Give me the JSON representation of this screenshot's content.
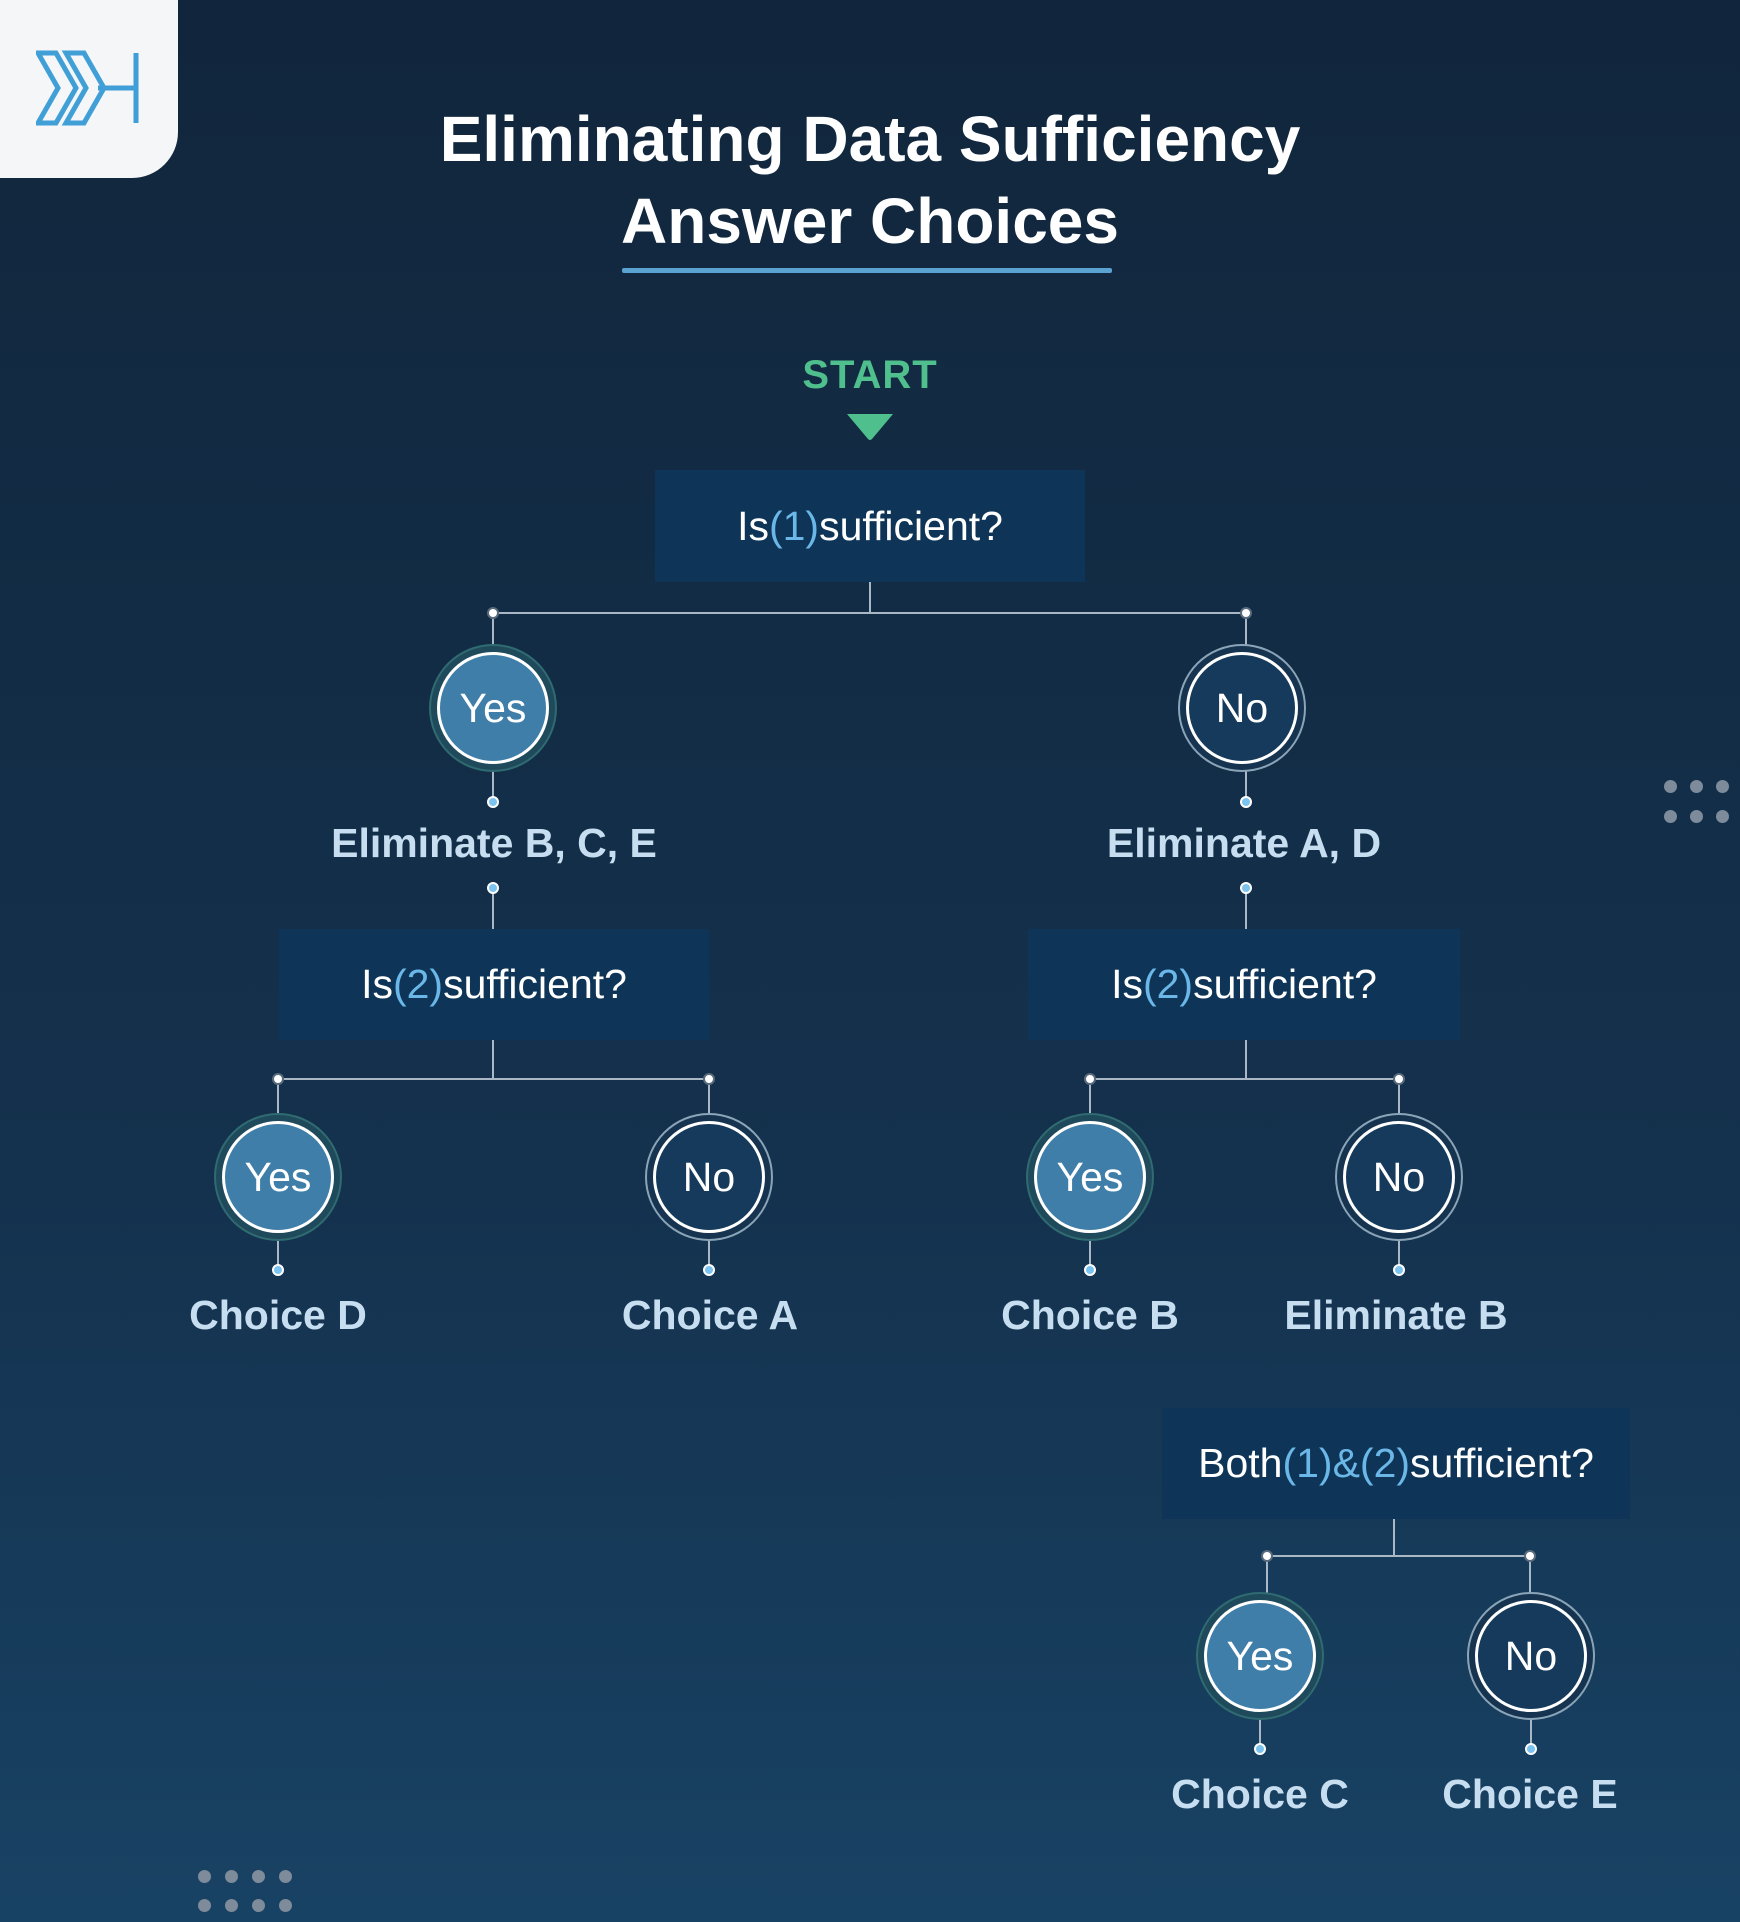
{
  "title": {
    "line1": "Eliminating Data Sufficiency",
    "line2": "Answer Choices"
  },
  "start_label": "START",
  "nodes": {
    "q1": {
      "pre": "Is ",
      "num": "(1)",
      "post": " sufficient?"
    },
    "q2_left": {
      "pre": "Is ",
      "num": "(2)",
      "post": " sufficient?"
    },
    "q2_right": {
      "pre": "Is ",
      "num": "(2)",
      "post": " sufficient?"
    },
    "q3": {
      "pre": "Both ",
      "num1": "(1)",
      "amp": " & ",
      "num2": "(2)",
      "post": " sufficient?"
    }
  },
  "answers": {
    "yes": "Yes",
    "no": "No"
  },
  "results": {
    "eliminate_bce": "Eliminate B, C, E",
    "eliminate_ad": "Eliminate A, D",
    "choice_d": "Choice D",
    "choice_a": "Choice A",
    "choice_b": "Choice B",
    "eliminate_b": "Eliminate B",
    "choice_c": "Choice C",
    "choice_e": "Choice E"
  },
  "colors": {
    "background_top": "#11263c",
    "background_bottom": "#184264",
    "box": "#0e3557",
    "yes_circle": "#3f7ea8",
    "no_circle": "#153a5c",
    "start_green": "#4fc08d",
    "number_blue": "#6ab7e8",
    "result_text": "#c7def0"
  },
  "icons": [
    "logo-icon",
    "start-arrow-icon",
    "dots-decoration-icon"
  ]
}
